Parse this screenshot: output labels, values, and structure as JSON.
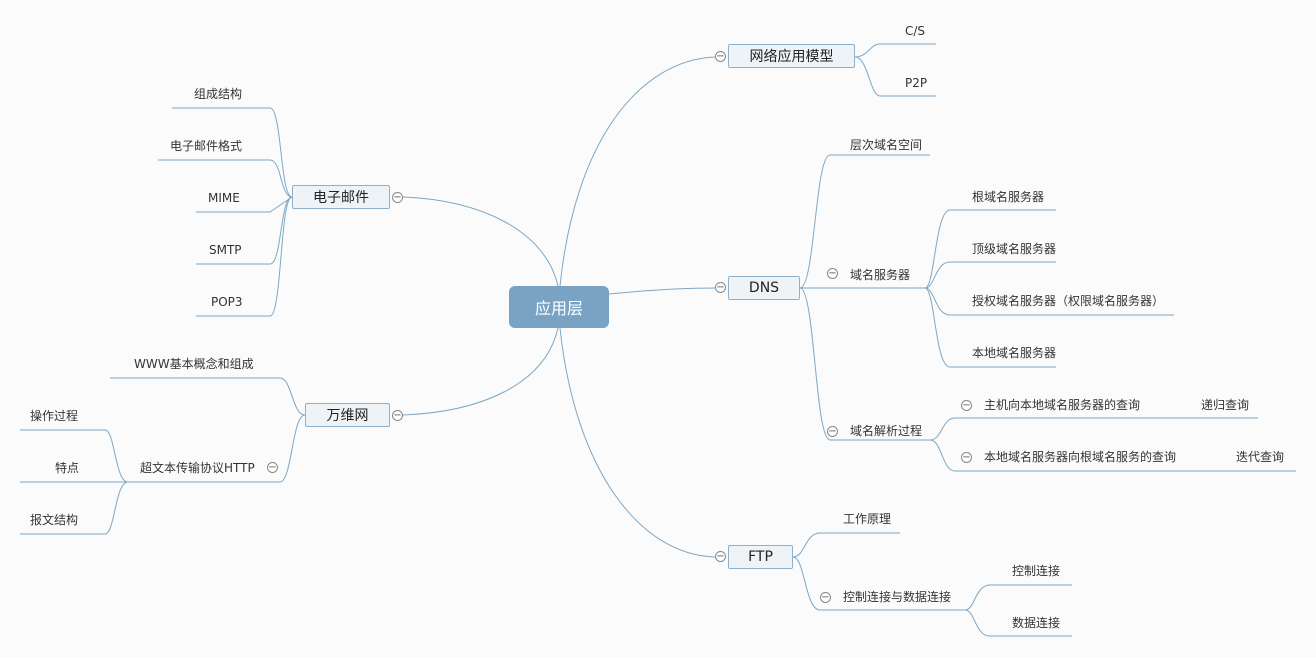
{
  "root": "应用层",
  "right": {
    "model": {
      "label": "网络应用模型",
      "children": [
        "C/S",
        "P2P"
      ]
    },
    "dns": {
      "label": "DNS",
      "namespace": "层次域名空间",
      "servers": {
        "label": "域名服务器",
        "children": [
          "根域名服务器",
          "顶级域名服务器",
          "授权域名服务器（权限域名服务器）",
          "本地域名服务器"
        ]
      },
      "resolution": {
        "label": "域名解析过程",
        "children": [
          {
            "label": "主机向本地域名服务器的查询",
            "child": "递归查询"
          },
          {
            "label": "本地域名服务器向根域名服务的查询",
            "child": "迭代查询"
          }
        ]
      }
    },
    "ftp": {
      "label": "FTP",
      "principle": "工作原理",
      "connections": {
        "label": "控制连接与数据连接",
        "children": [
          "控制连接",
          "数据连接"
        ]
      }
    }
  },
  "left": {
    "email": {
      "label": "电子邮件",
      "children": [
        "组成结构",
        "电子邮件格式",
        "MIME",
        "SMTP",
        "POP3"
      ]
    },
    "www": {
      "label": "万维网",
      "concept": "WWW基本概念和组成",
      "http": {
        "label": "超文本传输协议HTTP",
        "children": [
          "操作过程",
          "特点",
          "报文结构"
        ]
      }
    }
  },
  "toggle_symbol": "−"
}
